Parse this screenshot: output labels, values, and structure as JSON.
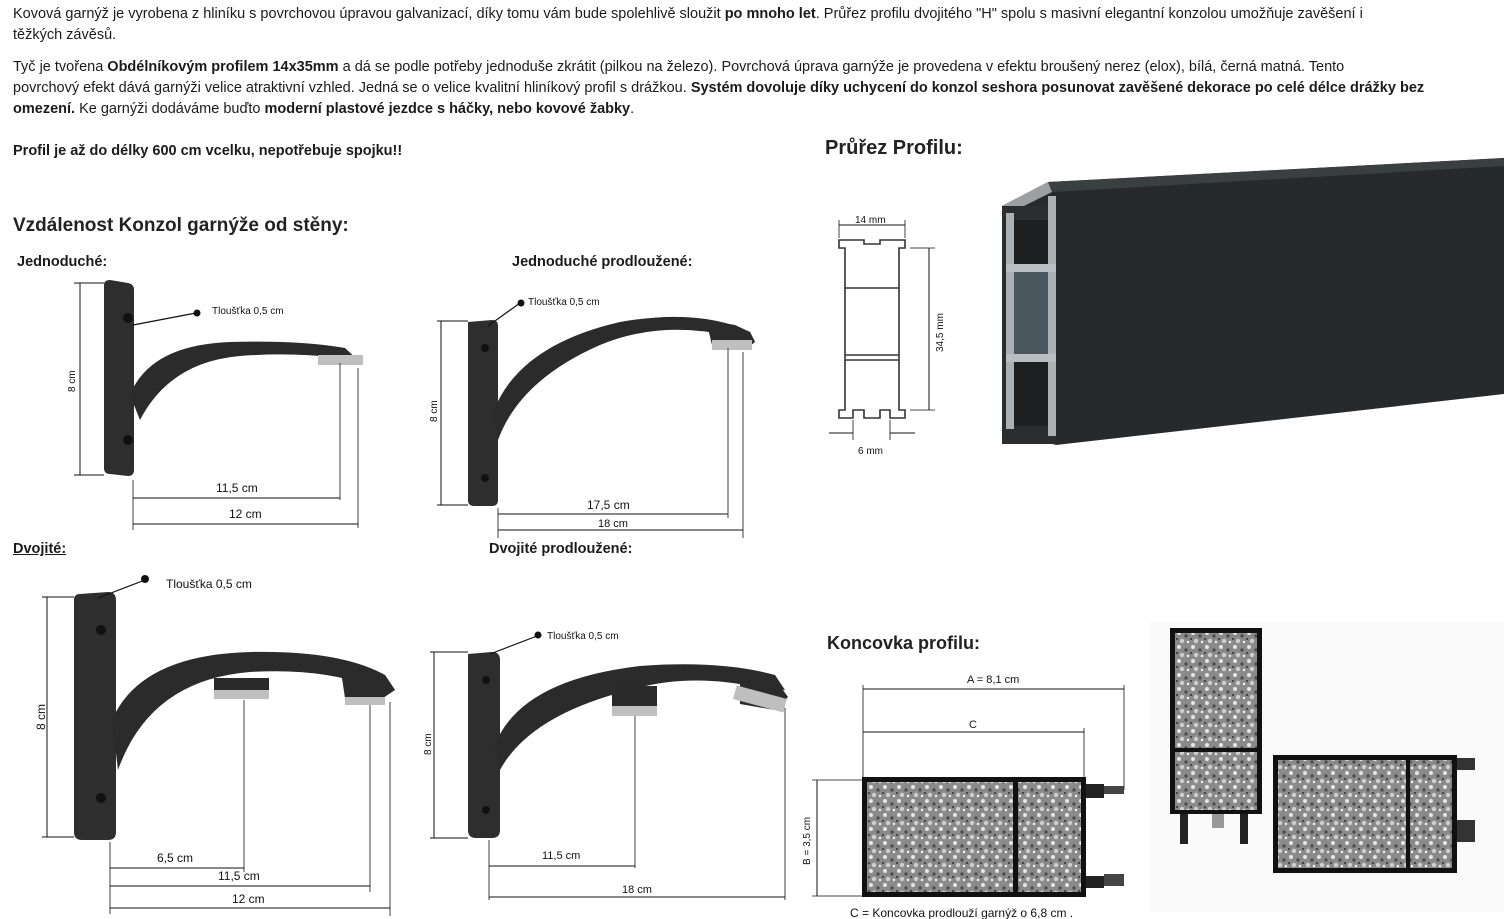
{
  "intro": {
    "p1_a": "Kovová garnýž je vyrobena z hliníku s povrchovou úpravou galvanizací, díky tomu vám bude spolehlivě sloužit ",
    "p1_b": "po mnoho let",
    "p1_c": ". Průřez profilu dvojitého \"H\" spolu s masivní elegantní konzolou umožňuje zavěšení i",
    "p1_d": "těžkých závěsů.",
    "p2_a": " Tyč je tvořena ",
    "p2_b": "Obdélníkovým profilem 14x35mm",
    "p2_c": " a dá se podle potřeby jednoduše zkrátit (pilkou na železo). Povrchová úprava garnýže je provedena v efektu broušený nerez (elox), bílá, černá matná. Tento",
    "p2_d": "povrchový efekt dává garnýži velice atraktivní vzhled. Jedná se o velice kvalitní hliníkový profil s drážkou. ",
    "p2_e": "Systém dovoluje díky uchycení do konzol seshora posunovat zavěšené dekorace po celé délce drážky bez",
    "p2_f": "omezení.",
    "p2_g": " Ke garnýži dodáváme buďto ",
    "p2_h": "moderní plastové jezdce s háčky, nebo kovové žabky",
    "p2_i": ".",
    "p3": "Profil je až do délky 600 cm vcelku, nepotřebuje spojku!!"
  },
  "headings": {
    "profile_section": "Průřez Profilu:",
    "distance_section": "Vzdálenost Konzol garnýže od stěny:",
    "end_cap_section": "Koncovka profilu:",
    "single": "Jednoduché:",
    "single_extended": "Jednoduché prodloužené:",
    "double": "Dvojité:",
    "double_extended": "Dvojité prodloužené:"
  },
  "bracket_single": {
    "thickness": "Tloušťka 0,5 cm",
    "height": "8 cm",
    "d1": "11,5 cm",
    "d2": "12 cm"
  },
  "bracket_single_ext": {
    "thickness": "Tloušťka 0,5 cm",
    "height": "8 cm",
    "d1": "17,5 cm",
    "d2": "18 cm"
  },
  "bracket_double": {
    "thickness": "Tloušťka 0,5 cm",
    "height": "8 cm",
    "d0": "6,5 cm",
    "d1": "11,5 cm",
    "d2": "12 cm"
  },
  "bracket_double_ext": {
    "thickness": "Tloušťka 0,5 cm",
    "height": "8 cm",
    "d1": "11,5 cm",
    "d2": "18 cm"
  },
  "profile_dims": {
    "width": "14 mm",
    "height": "34,5 mm",
    "gap": "6 mm"
  },
  "end_cap": {
    "a": "A = 8,1 cm",
    "c": "C",
    "b": "B = 3,5 cm",
    "note": "C = Koncovka prodlouží garnýž o 6,8 cm ."
  },
  "colors": {
    "bracket": "#2b2b2b",
    "profile": "#262a2c",
    "glitter": "#9a9a9a"
  }
}
